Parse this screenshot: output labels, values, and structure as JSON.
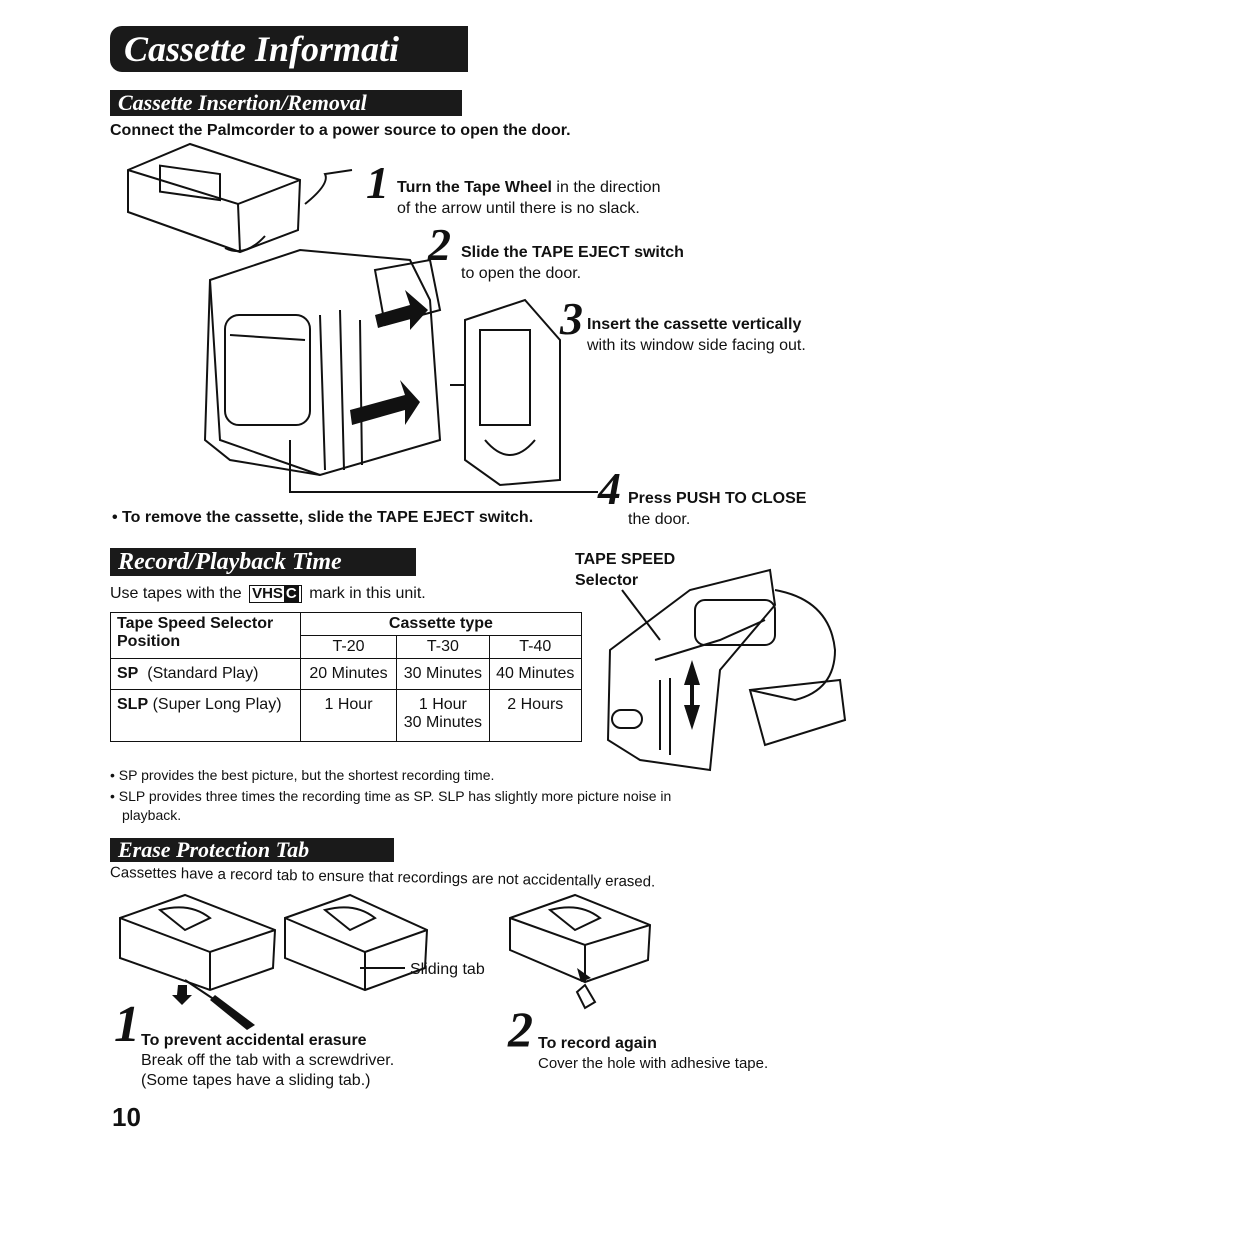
{
  "title": "Cassette Informati",
  "insertion": {
    "heading": "Cassette Insertion/Removal",
    "intro": "Connect the Palmcorder to a power source to open the door.",
    "steps": [
      {
        "num": "1",
        "bold": "Turn the Tape Wheel",
        "rest": " in the direction",
        "line2": "of the arrow until there is no slack."
      },
      {
        "num": "2",
        "bold": "Slide the TAPE EJECT switch",
        "rest": "",
        "line2": "to open the door."
      },
      {
        "num": "3",
        "bold": "Insert the cassette vertically",
        "rest": "",
        "line2": "with its window side facing out."
      },
      {
        "num": "4",
        "bold": "Press PUSH TO CLOSE",
        "rest": "",
        "line2": "the door."
      }
    ],
    "remove_note": "• To remove the cassette, slide the TAPE EJECT switch."
  },
  "record": {
    "heading": "Record/Playback Time",
    "use_tapes_before": "Use tapes with the",
    "vhs_mark": "VHS",
    "vhs_c": "C",
    "use_tapes_after": "mark in this unit.",
    "selector_label_1": "TAPE SPEED",
    "selector_label_2": "Selector",
    "table": {
      "header_left_1": "Tape Speed Selector",
      "header_left_2": "Position",
      "header_group": "Cassette type",
      "types": [
        "T-20",
        "T-30",
        "T-40"
      ],
      "rows": [
        {
          "mode_abbr": "SP",
          "mode_full": "  (Standard Play)",
          "values": [
            "20 Minutes",
            "30 Minutes",
            "40 Minutes"
          ]
        },
        {
          "mode_abbr": "SLP",
          "mode_full": " (Super Long Play)",
          "values": [
            "1 Hour",
            "1 Hour\n30 Minutes",
            "2 Hours"
          ]
        }
      ]
    },
    "notes": [
      "• SP provides the best picture, but the shortest recording time.",
      "• SLP provides three times the recording time as SP. SLP has slightly more picture noise in",
      "playback."
    ]
  },
  "erase": {
    "heading": "Erase Protection Tab",
    "intro": "Cassettes have a record tab to ensure that recordings are not accidentally erased.",
    "sliding_tab": "Sliding tab",
    "step1": {
      "num": "1",
      "title": "To prevent accidental erasure",
      "line1": "Break off the tab with a screwdriver.",
      "line2": "(Some tapes have a sliding tab.)"
    },
    "step2": {
      "num": "2",
      "title": "To record again",
      "line1": "Cover the hole with adhesive tape."
    }
  },
  "page_number": "10"
}
